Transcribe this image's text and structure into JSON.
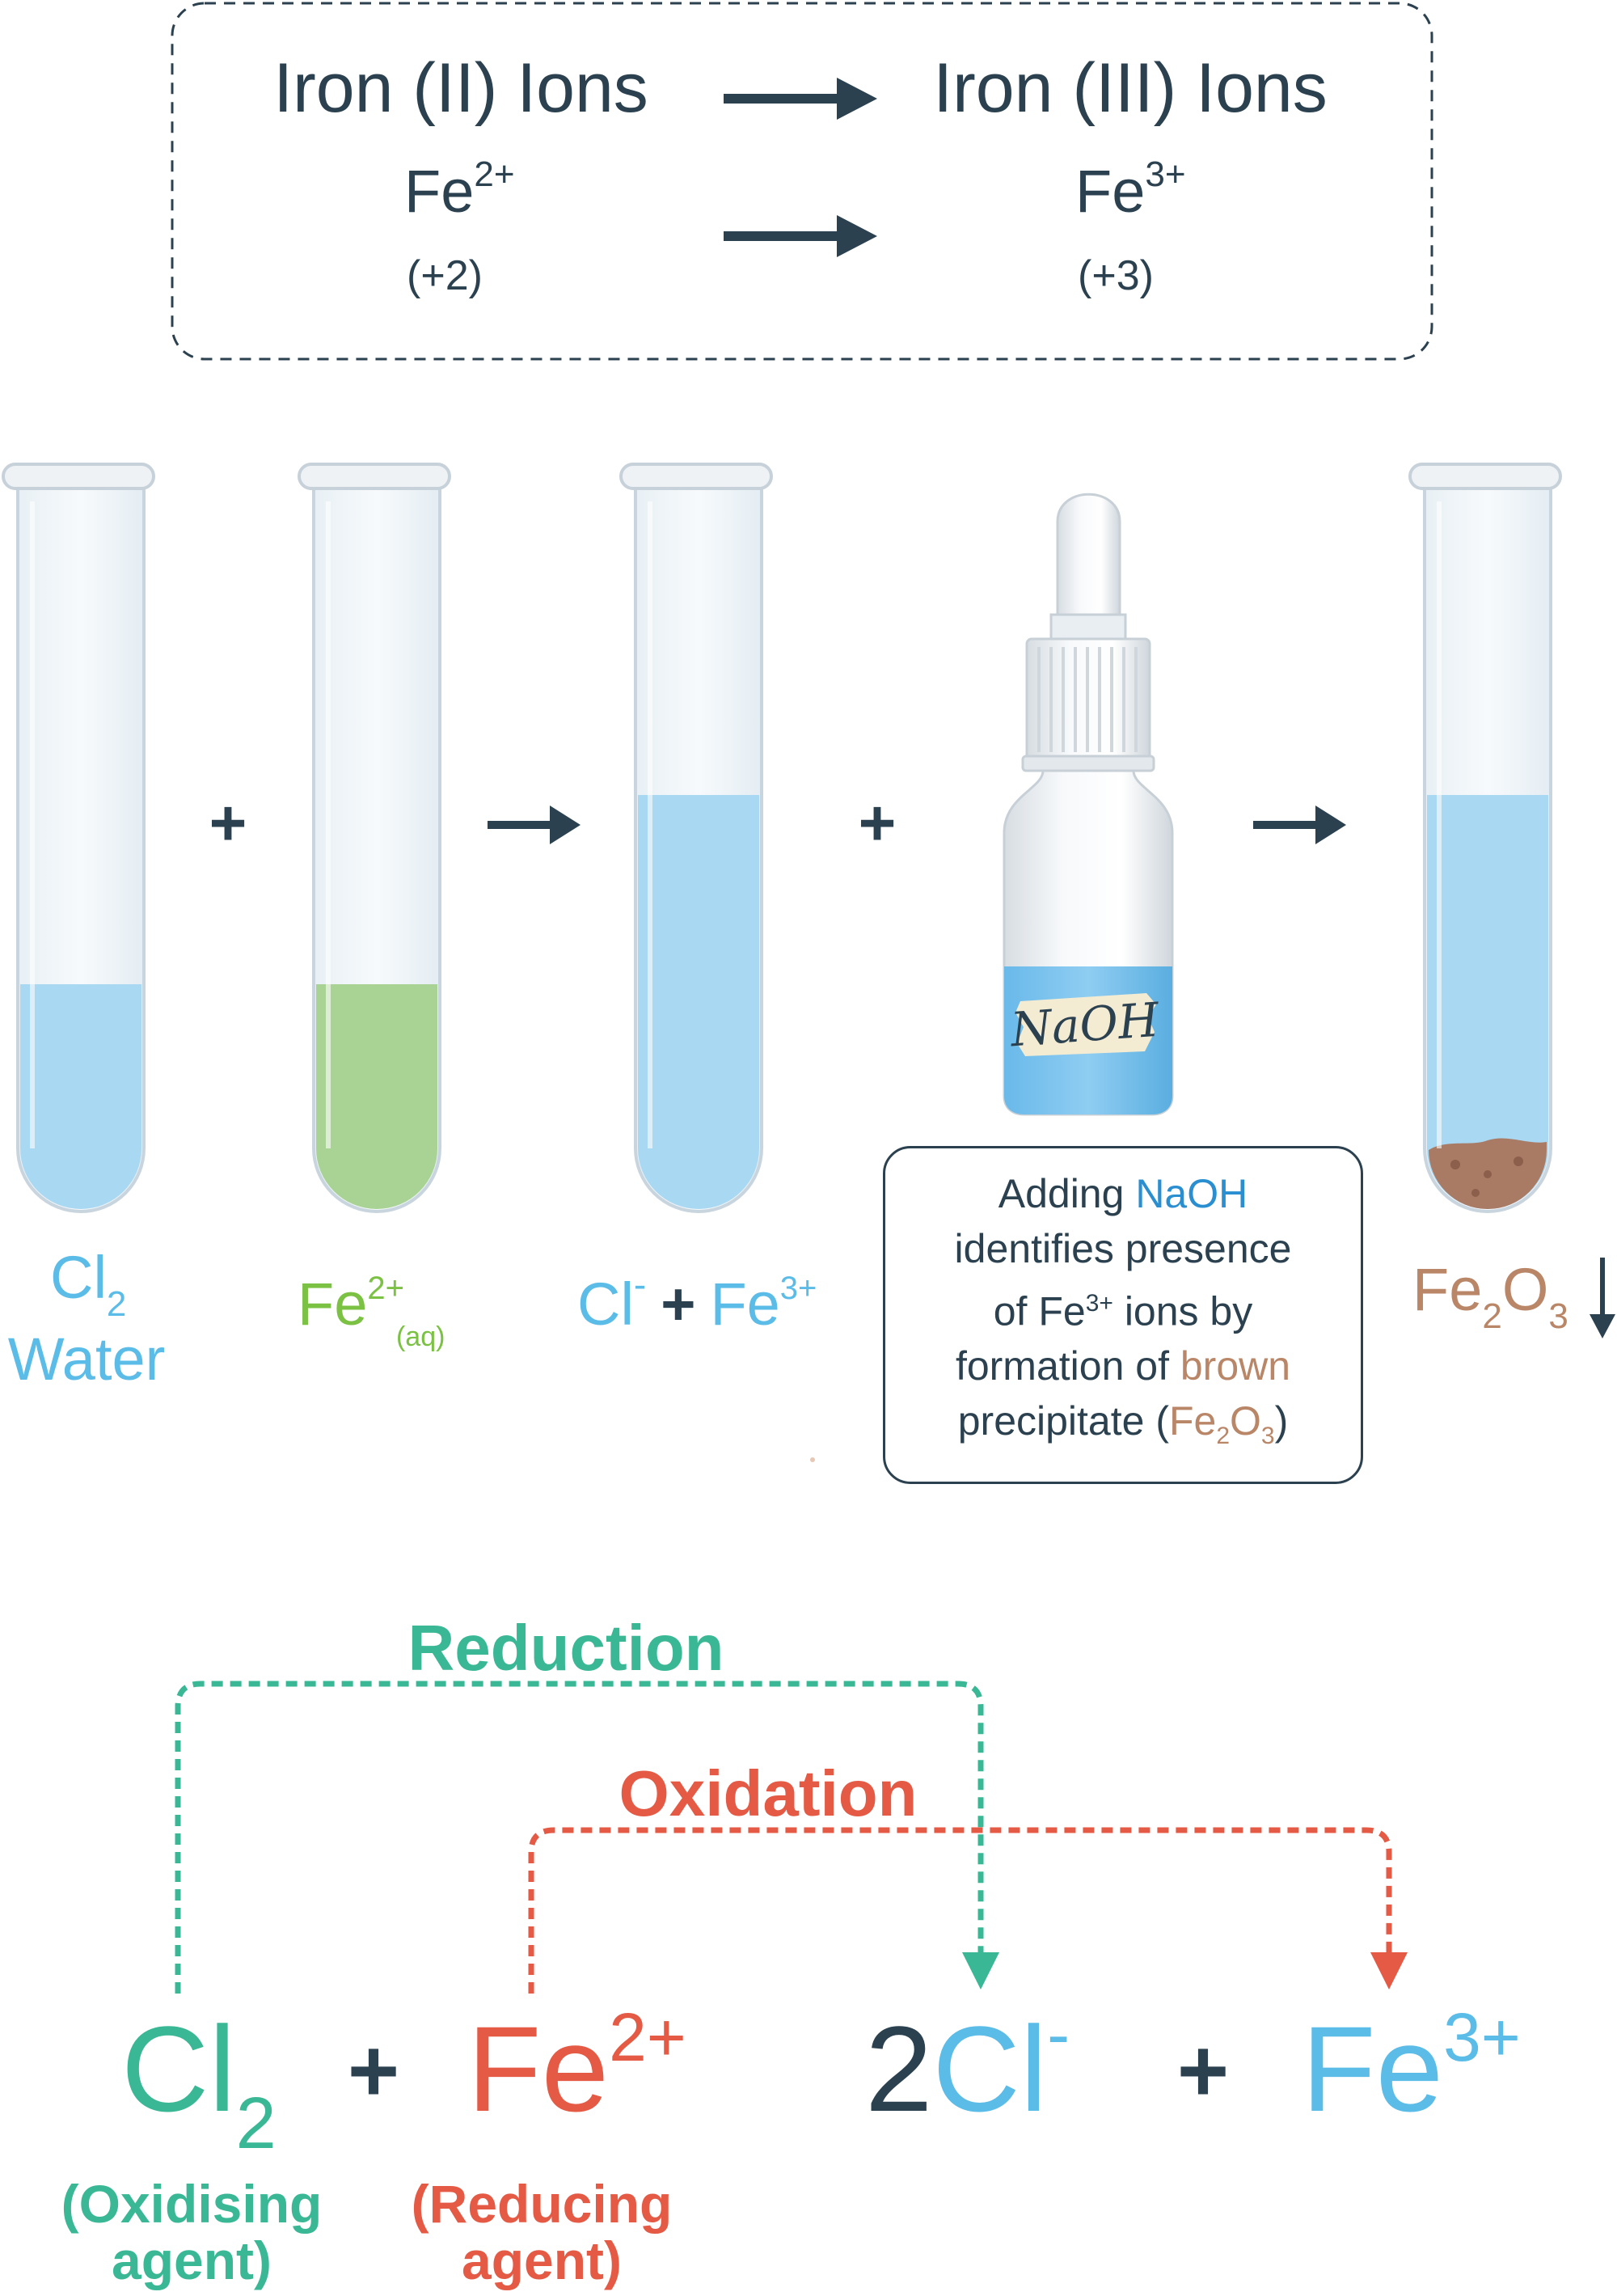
{
  "colors": {
    "dark": "#2b4150",
    "blue": "#5bbce8",
    "green": "#7bc143",
    "teal": "#3ab896",
    "red": "#e45a45",
    "brown": "#b98668",
    "liquid_blue": "#a9d8f2",
    "liquid_green": "#a8d394"
  },
  "top_box": {
    "left_title": "Iron (II) Ions",
    "right_title": "Iron (III) Ions",
    "left_symbol": "Fe",
    "left_charge": "2+",
    "right_symbol": "Fe",
    "right_charge": "3+",
    "left_state": "(+2)",
    "right_state": "(+3)"
  },
  "tubes": {
    "tube1": {
      "symbol": "Cl",
      "sub": "2",
      "second_line": "Water"
    },
    "tube2": {
      "symbol": "Fe",
      "charge": "2+",
      "sub": "(aq)"
    },
    "tube3": {
      "ion1": "Cl",
      "ion1_charge": "-",
      "plus": "+",
      "ion2": "Fe",
      "ion2_charge": "3+"
    },
    "tube4": {
      "symbol_a": "Fe",
      "sub_a": "2",
      "symbol_b": "O",
      "sub_b": "3",
      "arrow": "↓"
    }
  },
  "operators": {
    "plus": "+",
    "arrow": "→"
  },
  "bottle": {
    "label": "NaOH"
  },
  "note": {
    "part1": "Adding ",
    "part2": "NaOH",
    "line2": "identifies presence",
    "line3a": "of Fe",
    "line3b": "3+",
    "line3c": " ions by",
    "line4a": "formation of ",
    "line4b": "brown",
    "line5a": "precipitate (",
    "line5b": "Fe",
    "line5c": "2",
    "line5d": "O",
    "line5e": "3",
    "line5f": ")"
  },
  "redox": {
    "reduction_label": "Reduction",
    "oxidation_label": "Oxidation",
    "reactant1_symbol": "Cl",
    "reactant1_sub": "2",
    "plus": "+",
    "reactant2_symbol": "Fe",
    "reactant2_charge": "2+",
    "product1_coef": "2",
    "product1_symbol": "Cl",
    "product1_charge": "-",
    "product2_symbol": "Fe",
    "product2_charge": "3+",
    "reactant1_role_line1": "(Oxidising",
    "reactant1_role_line2": "agent)",
    "reactant2_role_line1": "(Reducing",
    "reactant2_role_line2": "agent)"
  }
}
